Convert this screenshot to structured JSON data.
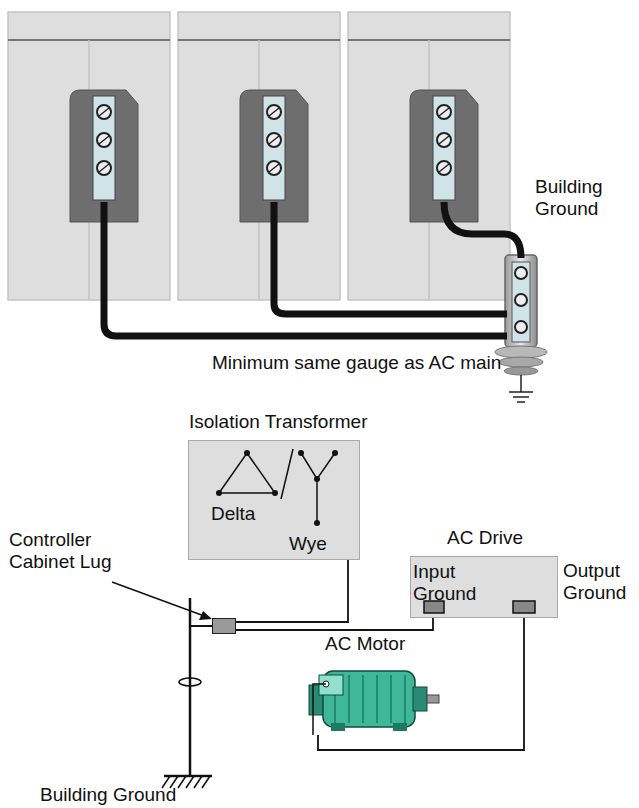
{
  "diagram": {
    "nodes": [
      {
        "text": [
          "Isolation Transformer",
          "Delta",
          "Wye"
        ]
      },
      {
        "text": [
          "AC Drive",
          "Input Ground"
        ]
      },
      {
        "text": [
          "Controller Cabinet Lug"
        ]
      },
      {
        "text": [
          "AC Motor"
        ]
      }
    ],
    "edges": [
      {
        "from": 0,
        "to": 2,
        "arrow": "none"
      },
      {
        "from": 1,
        "to": 2,
        "arrow": "none"
      },
      {
        "from": 1,
        "to": 3,
        "arrow": "none"
      }
    ],
    "labels": [
      "Building Ground",
      "Minimum same gauge as AC main",
      "Output Ground",
      "Building Ground"
    ]
  }
}
